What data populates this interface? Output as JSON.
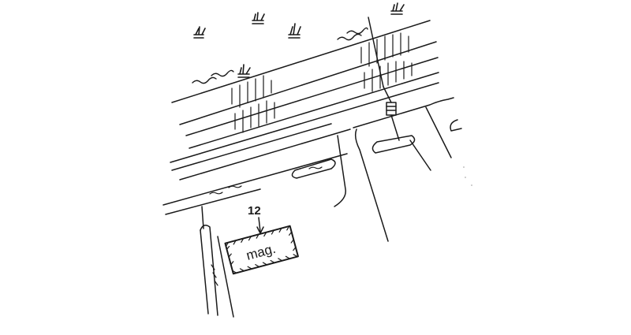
{
  "diagram": {
    "reference_number": "12",
    "building_label": "mag.",
    "ink_color": "#1a1a1a",
    "background_color": "#ffffff",
    "symbols": {
      "marsh": "marsh-grass-symbol",
      "water": "wavy-water-symbol",
      "culvert": "culvert-symbol",
      "arrow": "reference-arrow"
    }
  }
}
